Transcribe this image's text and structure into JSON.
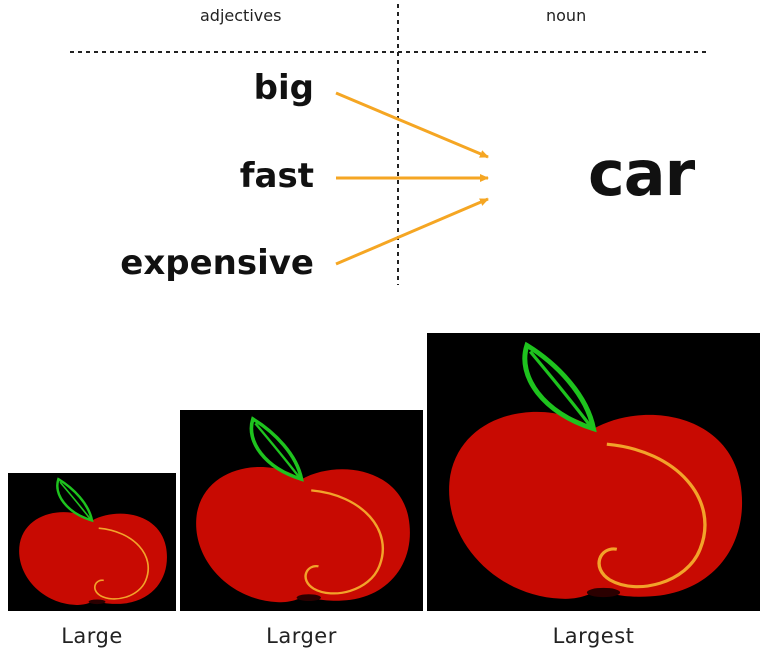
{
  "header": {
    "adjectives_label": "adjectives",
    "noun_label": "noun"
  },
  "adjectives": [
    {
      "word": "big"
    },
    {
      "word": "fast"
    },
    {
      "word": "expensive"
    }
  ],
  "noun": "car",
  "arrow_color": "#f5a623",
  "apples": [
    {
      "caption": "Large"
    },
    {
      "caption": "Larger"
    },
    {
      "caption": "Largest"
    }
  ],
  "colors": {
    "apple_red": "#c80a02",
    "stem_green": "#1ec31e",
    "highlight_orange": "#f2a32a",
    "background_black": "#000000"
  }
}
